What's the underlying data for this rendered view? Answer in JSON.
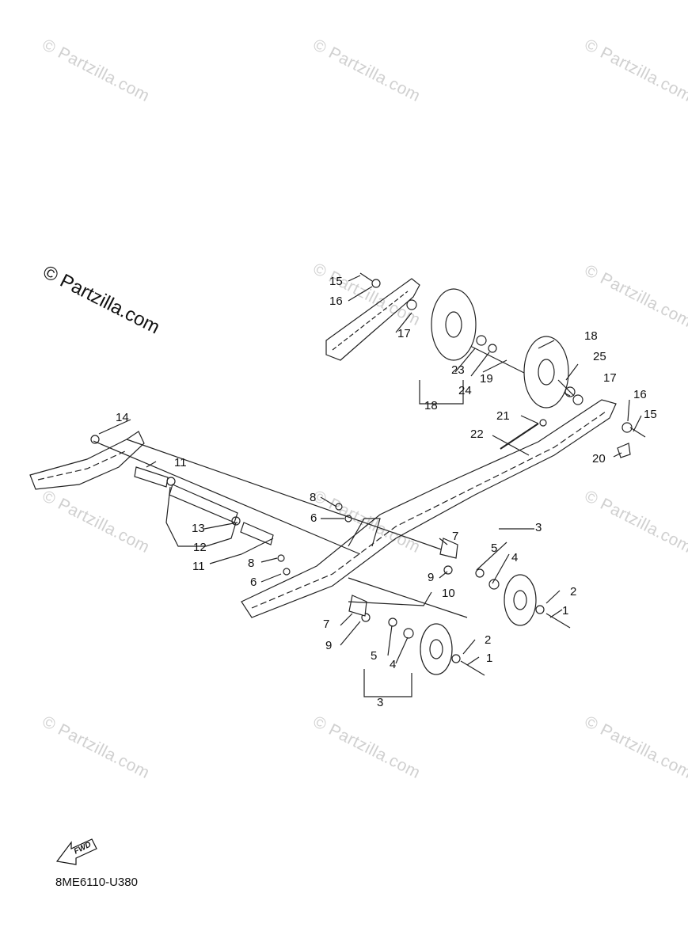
{
  "watermark": "© Partzilla.com",
  "diagram_code": "8ME6110-U380",
  "fwd_label": "FWD",
  "callouts": [
    "1",
    "1",
    "2",
    "2",
    "3",
    "3",
    "4",
    "4",
    "5",
    "5",
    "6",
    "6",
    "7",
    "7",
    "8",
    "8",
    "9",
    "9",
    "10",
    "11",
    "11",
    "12",
    "13",
    "14",
    "15",
    "15",
    "16",
    "16",
    "17",
    "17",
    "18",
    "18",
    "19",
    "20",
    "21",
    "22",
    "23",
    "24",
    "25"
  ]
}
